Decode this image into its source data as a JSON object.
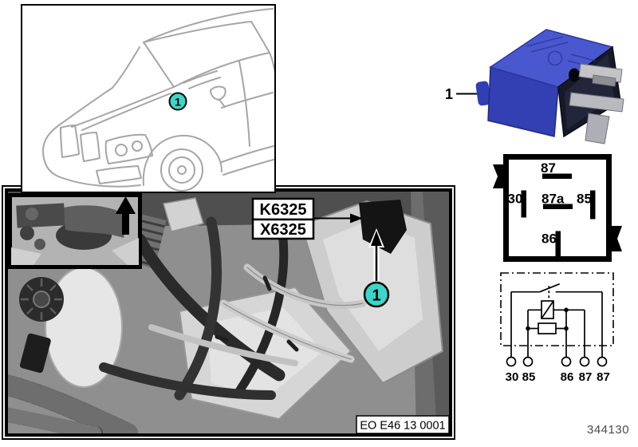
{
  "colors": {
    "callout_fill": "#3bd6c7",
    "relay_blue_top": "#4a58cf",
    "relay_blue_side": "#3240b4"
  },
  "callouts": {
    "car": "1",
    "photo": "1",
    "relay_item": "1"
  },
  "photo": {
    "component_label": "K6325",
    "connector_label": "X6325",
    "image_ref": "EO E46 13 0001"
  },
  "pin_diagram": {
    "pins": [
      {
        "label": "87"
      },
      {
        "label": "30"
      },
      {
        "label": "87a"
      },
      {
        "label": "85"
      },
      {
        "label": "86"
      }
    ]
  },
  "schematic": {
    "terminals": [
      {
        "label": "30"
      },
      {
        "label": "85"
      },
      {
        "label": "86"
      },
      {
        "label": "87"
      },
      {
        "label": "87"
      }
    ]
  },
  "page": {
    "drawing_number": "344130"
  }
}
